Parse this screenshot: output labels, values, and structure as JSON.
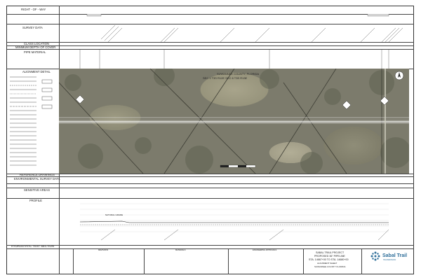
{
  "rows": {
    "right_of_way": "RIGHT - OF - WAY",
    "survey_data": "SURVEY DATA",
    "class_location": "CLASS LOCATION",
    "min_depth_cover": "MINIMUM DEPTH OF COVER",
    "pipe_material": "PIPE MATERIAL",
    "alignment_detail": "ALIGNMENT DETAIL",
    "reference_drawings": "REFERENCE DRAWINGS",
    "environmental_survey": "ENVIRONMENTAL SURVEY DATA",
    "sensitive_areas": "SENSITIVE AREAS",
    "profile": "PROFILE",
    "hydrostatic": "HYDROSTATIC TEST SECTION"
  },
  "aerial": {
    "county": "SUWANNEE COUNTY, FLORIDA",
    "section": "SEC 1 T3S R12E SEC 6 T3S R13E",
    "profile_label": "NATURAL GRADE"
  },
  "title_block": {
    "revisions": "REVISIONS",
    "materials": "MATERIALS",
    "engineering_approvals": "ENGINEERING APPROVALS",
    "project": "SABAL TRAIL PROJECT",
    "pipeline": "PROPOSED 36\" PIPELINE",
    "station": "STA. 14667+00 TO STA. 14680+00",
    "sheet_type": "ALIGNMENT SHEET",
    "county": "SUWANNEE COUNTY FLORIDA",
    "logo_top": "Sabal Trail",
    "logo_bottom": "TRANSMISSION"
  },
  "colors": {
    "pipeline": "#e8e8e8",
    "logo": "#2f6f9a"
  }
}
